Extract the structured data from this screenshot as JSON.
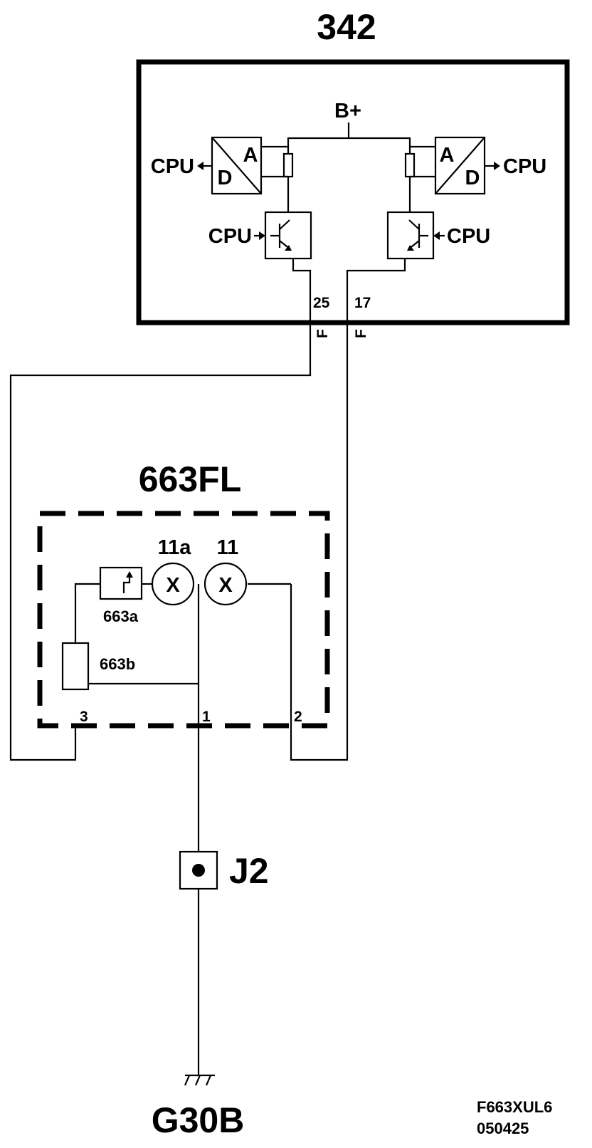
{
  "module": {
    "id": "342",
    "supply": "B+",
    "adc_a": "A",
    "adc_d": "D",
    "cpu": "CPU",
    "pin_left": "25",
    "pin_right": "17",
    "connector": "F"
  },
  "lamp_unit": {
    "id": "663FL",
    "bulb_11a": "11a",
    "bulb_11": "11",
    "bulb_symbol": "X",
    "sw_663a": "663a",
    "res_663b": "663b",
    "pin_1": "1",
    "pin_2": "2",
    "pin_3": "3"
  },
  "splice": {
    "id": "J2"
  },
  "ground": {
    "id": "G30B"
  },
  "figure_ref": {
    "code": "F663XUL6",
    "date": "050425"
  }
}
